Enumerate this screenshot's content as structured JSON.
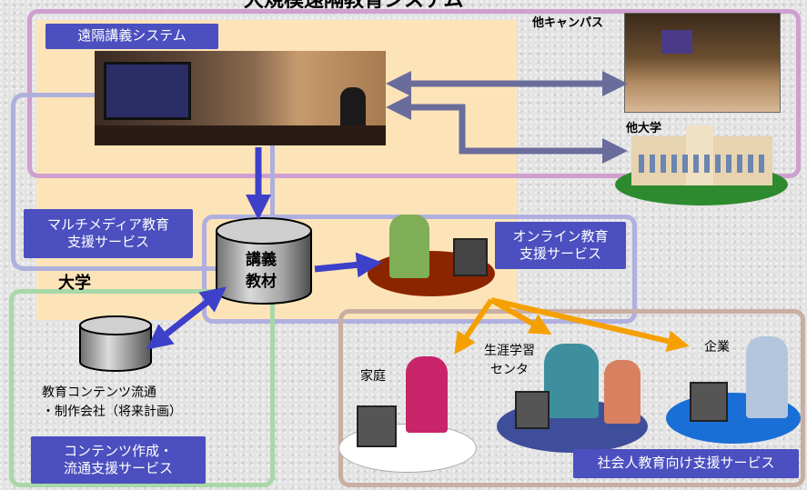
{
  "title_partial": "大規模遠隔教育システム",
  "boxes": {
    "remote_system": "遠隔講義システム",
    "multimedia": "マルチメディア教育\n支援サービス",
    "online": "オンライン教育\n支援サービス",
    "content": "コンテンツ作成・\n流通支援サービス",
    "adult": "社会人教育向け支援サービス"
  },
  "labels": {
    "other_campus": "他キャンパス",
    "other_univ": "他大学",
    "university": "大学",
    "materials_1": "講義",
    "materials_2": "教材",
    "content_company": "教育コンテンツ流通\n・制作会社（将来計画）",
    "home": "家庭",
    "lifelong": "生涯学習\nセンタ",
    "company": "企業"
  },
  "colors": {
    "box_blue": "#4b4fbf",
    "university_bg": "#fde4b8",
    "frame_pink": "#cf9fcf",
    "frame_lavender": "#aeb0dc",
    "frame_green": "#a8d8a8",
    "frame_tan": "#c9aea3",
    "arrow_blue": "#3d40c8",
    "arrow_slate": "#6a6c9c",
    "arrow_orange": "#f5a000"
  }
}
